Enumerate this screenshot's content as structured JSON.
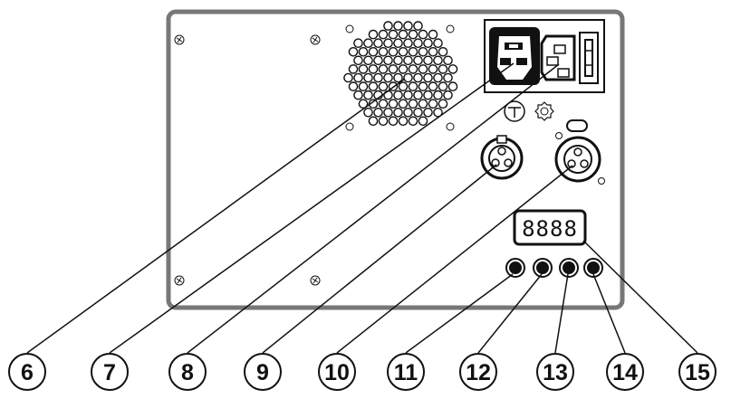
{
  "callouts": [
    {
      "label": "6"
    },
    {
      "label": "7"
    },
    {
      "label": "8"
    },
    {
      "label": "9"
    },
    {
      "label": "10"
    },
    {
      "label": "11"
    },
    {
      "label": "12"
    },
    {
      "label": "13"
    },
    {
      "label": "14"
    },
    {
      "label": "15"
    }
  ],
  "display": {
    "digits": "8888"
  },
  "colors": {
    "panel_border": "#777777",
    "line": "#111111",
    "fill": "#ffffff"
  }
}
